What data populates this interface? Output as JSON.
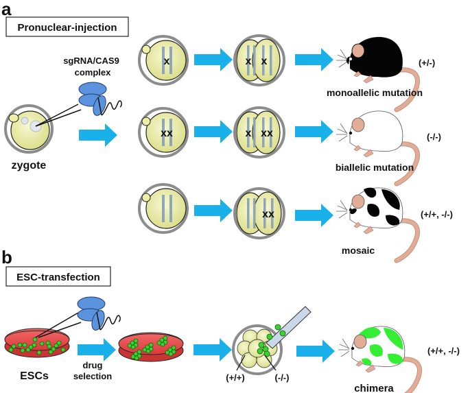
{
  "figure": {
    "panels": [
      {
        "id": "a",
        "label": "a",
        "method": "Pronuclear-injection",
        "reagent_label_line1": "sgRNA/CAS9",
        "reagent_label_line2": "complex",
        "start_cell_label": "zygote",
        "rows": [
          {
            "one_cell_marks": "x",
            "two_cell_marks_left": "x",
            "two_cell_marks_right": "x",
            "outcome": "monoallelic mutation",
            "genotype": "(+/-)",
            "mouse_color": "black"
          },
          {
            "one_cell_marks": "xx",
            "two_cell_marks_left": "x",
            "two_cell_marks_right": "xx",
            "outcome": "biallelic mutation",
            "genotype": "(-/-)",
            "mouse_color": "white"
          },
          {
            "one_cell_marks": "",
            "two_cell_marks_left": "",
            "two_cell_marks_right": "xx",
            "outcome": "mosaic",
            "genotype": "(+/+, -/-)",
            "mouse_color": "black-white patches"
          }
        ]
      },
      {
        "id": "b",
        "label": "b",
        "method": "ESC-transfection",
        "start_cell_label": "ESCs",
        "step_label_line1": "drug",
        "step_label_line2": "selection",
        "embryo_host_genotype": "(+/+)",
        "embryo_injected_genotype": "(-/-)",
        "outcome": "chimera",
        "genotype": "(+/+, -/-)",
        "mouse_color": "green-white patches"
      }
    ],
    "colors": {
      "arrow": "#1ab0ea",
      "cell_fill": "#e8eaa0",
      "zona": "#8c8c8c",
      "chromosome": "#8fa6b8",
      "protein": "#5b93de",
      "dish": "#e8484a",
      "esc_green": "#39d22e",
      "mouse_skin": "#e2ad97",
      "chimera_green": "#33ee33"
    }
  }
}
